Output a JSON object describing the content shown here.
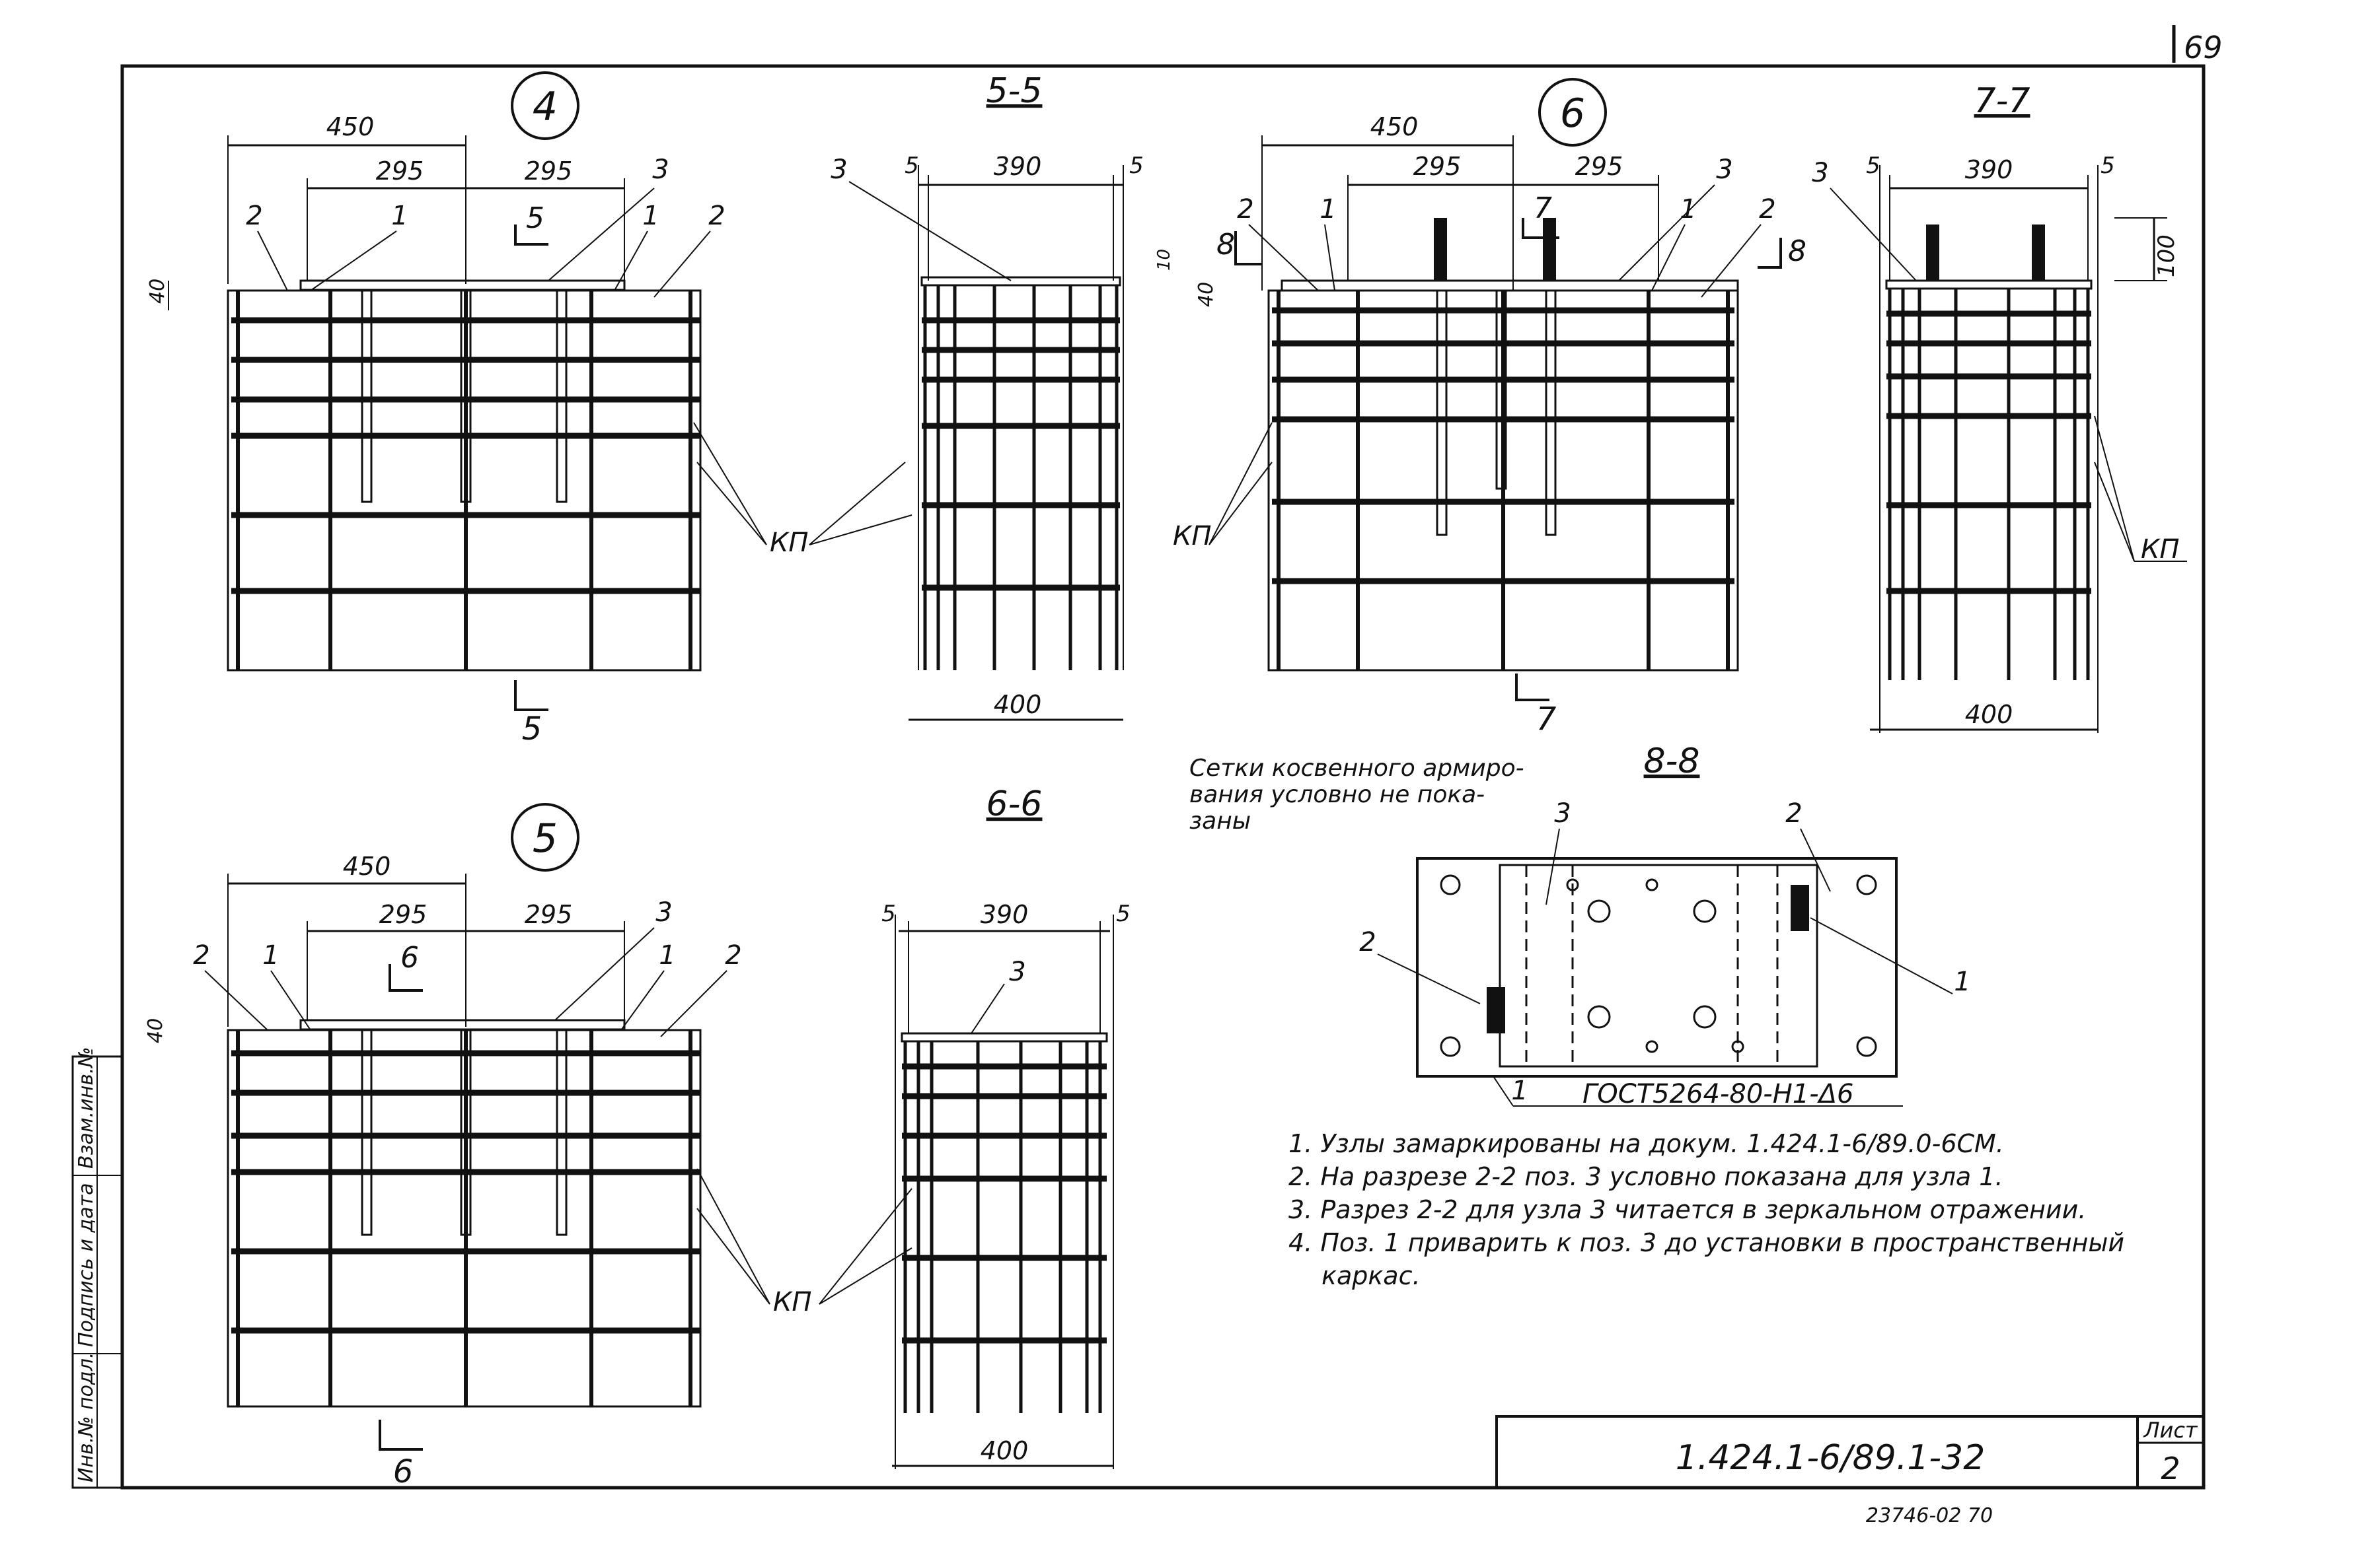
{
  "sheet": {
    "page_number": "69",
    "designation": "1.424.1-6/89.1-32",
    "sheet_label": "Лист",
    "sheet_no": "2",
    "footer_code": "23746-02   70",
    "side_stamp": [
      "Инв.№ подл.",
      "Подпись и дата",
      "Взам.инв.№"
    ]
  },
  "views": [
    {
      "node": "4",
      "section": "5-5",
      "cut_mark": "5"
    },
    {
      "node": "6",
      "section": "7-7",
      "cut_mark": "7"
    },
    {
      "node": "5",
      "section": "6-6",
      "cut_mark": "6"
    }
  ],
  "dims": {
    "width_450": "450",
    "half_295": "295",
    "sec_390": "390",
    "side_5": "5",
    "sec_400": "400",
    "h_40": "40",
    "h_10": "10",
    "h_100": "100"
  },
  "positions": {
    "p1": "1",
    "p2": "2",
    "p3": "3"
  },
  "kp_label": "КП",
  "section_8": {
    "title": "8-8",
    "cut_mark": "8",
    "note": [
      "Сетки косвенного армиро-",
      "вания условно не пока-",
      "заны"
    ],
    "weld_spec": "ГОСТ5264-80-Н1-Δ6"
  },
  "notes": [
    "1. Узлы замаркированы на докум. 1.424.1-6/89.0-6СМ.",
    "2. На разрезе 2-2 поз. 3 условно показана для узла 1.",
    "3. Разрез 2-2 для узла 3 читается в зеркальном отражении.",
    "4. Поз. 1 приварить к поз. 3 до установки в пространственный",
    "каркас."
  ]
}
